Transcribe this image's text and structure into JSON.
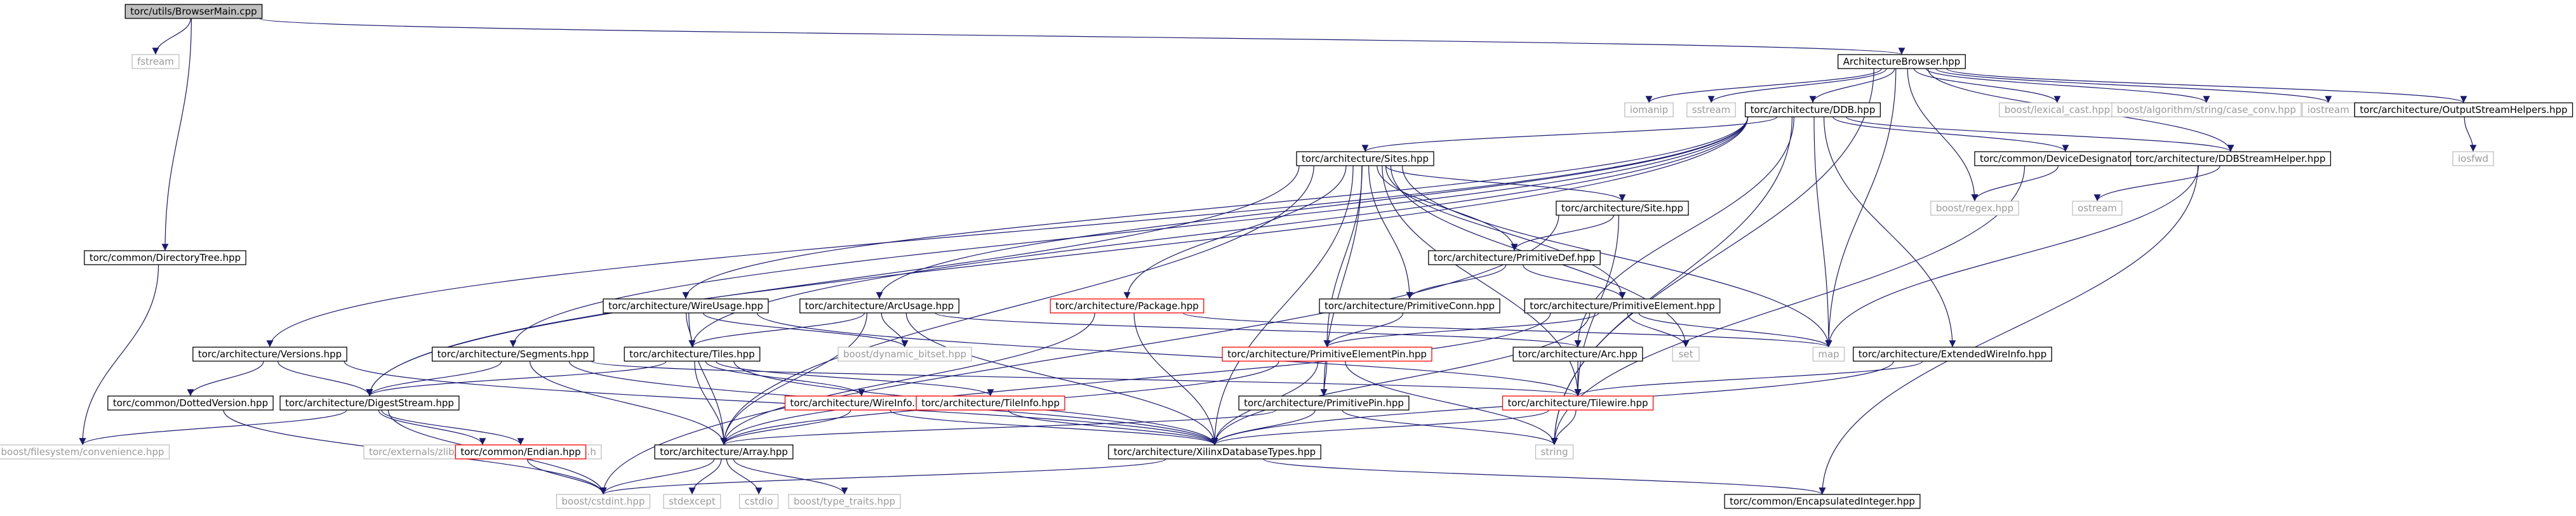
{
  "graph": {
    "title": "",
    "colors": {
      "edge": "#191970",
      "text_normal": "#000000",
      "text_external": "#9a9a9a",
      "text_redlink": "#000000",
      "fill_root": "#bfbfbf",
      "fill_normal": "#ffffff",
      "border_normal": "#000000",
      "border_external": "#bfbfbf",
      "border_redlink": "#ff0000"
    },
    "nodes": [
      {
        "id": "root",
        "label": "torc/utils/BrowserMain.cpp",
        "kind": "root"
      },
      {
        "id": "fstream",
        "label": "fstream",
        "kind": "external"
      },
      {
        "id": "archbrowser",
        "label": "ArchitectureBrowser.hpp",
        "kind": "normal"
      },
      {
        "id": "dirtree",
        "label": "torc/common/DirectoryTree.hpp",
        "kind": "normal"
      },
      {
        "id": "iomanip",
        "label": "iomanip",
        "kind": "external"
      },
      {
        "id": "sstream",
        "label": "sstream",
        "kind": "external"
      },
      {
        "id": "ddb",
        "label": "torc/architecture/DDB.hpp",
        "kind": "normal"
      },
      {
        "id": "lexical",
        "label": "boost/lexical_cast.hpp",
        "kind": "external"
      },
      {
        "id": "caseconv",
        "label": "boost/algorithm/string/case_conv.hpp",
        "kind": "external"
      },
      {
        "id": "iostream",
        "label": "iostream",
        "kind": "external"
      },
      {
        "id": "osh",
        "label": "torc/architecture/OutputStreamHelpers.hpp",
        "kind": "normal"
      },
      {
        "id": "iosfwd",
        "label": "iosfwd",
        "kind": "external"
      },
      {
        "id": "sites",
        "label": "torc/architecture/Sites.hpp",
        "kind": "normal"
      },
      {
        "id": "devdes",
        "label": "torc/common/DeviceDesignator.hpp",
        "kind": "normal"
      },
      {
        "id": "ddbsh",
        "label": "torc/architecture/DDBStreamHelper.hpp",
        "kind": "normal"
      },
      {
        "id": "regex",
        "label": "boost/regex.hpp",
        "kind": "external"
      },
      {
        "id": "ostream",
        "label": "ostream",
        "kind": "external"
      },
      {
        "id": "site",
        "label": "torc/architecture/Site.hpp",
        "kind": "normal"
      },
      {
        "id": "primdef",
        "label": "torc/architecture/PrimitiveDef.hpp",
        "kind": "normal"
      },
      {
        "id": "wireusage",
        "label": "torc/architecture/WireUsage.hpp",
        "kind": "normal"
      },
      {
        "id": "arcusage",
        "label": "torc/architecture/ArcUsage.hpp",
        "kind": "normal"
      },
      {
        "id": "package",
        "label": "torc/architecture/Package.hpp",
        "kind": "redlink"
      },
      {
        "id": "primconn",
        "label": "torc/architecture/PrimitiveConn.hpp",
        "kind": "normal"
      },
      {
        "id": "primelem",
        "label": "torc/architecture/PrimitiveElement.hpp",
        "kind": "normal"
      },
      {
        "id": "versions",
        "label": "torc/architecture/Versions.hpp",
        "kind": "normal"
      },
      {
        "id": "segments",
        "label": "torc/architecture/Segments.hpp",
        "kind": "normal"
      },
      {
        "id": "tiles",
        "label": "torc/architecture/Tiles.hpp",
        "kind": "normal"
      },
      {
        "id": "dynbitset",
        "label": "boost/dynamic_bitset.hpp",
        "kind": "external"
      },
      {
        "id": "primelempin",
        "label": "torc/architecture/PrimitiveElementPin.hpp",
        "kind": "redlink"
      },
      {
        "id": "set",
        "label": "set",
        "kind": "external"
      },
      {
        "id": "map",
        "label": "map",
        "kind": "external"
      },
      {
        "id": "arc",
        "label": "torc/architecture/Arc.hpp",
        "kind": "normal"
      },
      {
        "id": "extwire",
        "label": "torc/architecture/ExtendedWireInfo.hpp",
        "kind": "normal"
      },
      {
        "id": "dotver",
        "label": "torc/common/DottedVersion.hpp",
        "kind": "normal"
      },
      {
        "id": "digest",
        "label": "torc/architecture/DigestStream.hpp",
        "kind": "normal"
      },
      {
        "id": "wireinfo",
        "label": "torc/architecture/WireInfo.hpp",
        "kind": "redlink"
      },
      {
        "id": "tileinfo",
        "label": "torc/architecture/TileInfo.hpp",
        "kind": "redlink"
      },
      {
        "id": "primpin",
        "label": "torc/architecture/PrimitivePin.hpp",
        "kind": "normal"
      },
      {
        "id": "tilewire",
        "label": "torc/architecture/Tilewire.hpp",
        "kind": "redlink"
      },
      {
        "id": "fsconv",
        "label": "boost/filesystem/convenience.hpp",
        "kind": "external"
      },
      {
        "id": "zfstream",
        "label": "torc/externals/zlib/contrib/iostream3/zfstream.h",
        "kind": "external"
      },
      {
        "id": "endian",
        "label": "torc/common/Endian.hpp",
        "kind": "redlink"
      },
      {
        "id": "array",
        "label": "torc/architecture/Array.hpp",
        "kind": "normal"
      },
      {
        "id": "xdt",
        "label": "torc/architecture/XilinxDatabaseTypes.hpp",
        "kind": "normal"
      },
      {
        "id": "string",
        "label": "string",
        "kind": "external"
      },
      {
        "id": "cstdint",
        "label": "boost/cstdint.hpp",
        "kind": "external"
      },
      {
        "id": "stdexcept",
        "label": "stdexcept",
        "kind": "external"
      },
      {
        "id": "cstdio",
        "label": "cstdio",
        "kind": "external"
      },
      {
        "id": "typetraits",
        "label": "boost/type_traits.hpp",
        "kind": "external"
      },
      {
        "id": "encint",
        "label": "torc/common/EncapsulatedInteger.hpp",
        "kind": "normal"
      }
    ],
    "edges": [
      [
        "root",
        "fstream"
      ],
      [
        "root",
        "archbrowser"
      ],
      [
        "root",
        "dirtree"
      ],
      [
        "archbrowser",
        "iomanip"
      ],
      [
        "archbrowser",
        "sstream"
      ],
      [
        "archbrowser",
        "ddb"
      ],
      [
        "archbrowser",
        "lexical"
      ],
      [
        "archbrowser",
        "caseconv"
      ],
      [
        "archbrowser",
        "iostream"
      ],
      [
        "archbrowser",
        "osh"
      ],
      [
        "archbrowser",
        "regex"
      ],
      [
        "archbrowser",
        "map"
      ],
      [
        "archbrowser",
        "ddbsh"
      ],
      [
        "archbrowser",
        "string"
      ],
      [
        "osh",
        "iosfwd"
      ],
      [
        "dirtree",
        "fsconv"
      ],
      [
        "ddb",
        "sites"
      ],
      [
        "ddb",
        "devdes"
      ],
      [
        "ddb",
        "ddbsh"
      ],
      [
        "ddb",
        "versions"
      ],
      [
        "ddb",
        "segments"
      ],
      [
        "ddb",
        "tiles"
      ],
      [
        "ddb",
        "wireusage"
      ],
      [
        "ddb",
        "arcusage"
      ],
      [
        "ddb",
        "arc"
      ],
      [
        "ddb",
        "extwire"
      ],
      [
        "ddb",
        "map"
      ],
      [
        "ddb",
        "string"
      ],
      [
        "ddb",
        "digest"
      ],
      [
        "devdes",
        "regex"
      ],
      [
        "devdes",
        "string"
      ],
      [
        "ddbsh",
        "ostream"
      ],
      [
        "ddbsh",
        "map"
      ],
      [
        "ddbsh",
        "encint"
      ],
      [
        "sites",
        "site"
      ],
      [
        "sites",
        "primdef"
      ],
      [
        "sites",
        "primconn"
      ],
      [
        "sites",
        "primelem"
      ],
      [
        "sites",
        "package"
      ],
      [
        "sites",
        "primelempin"
      ],
      [
        "sites",
        "primpin"
      ],
      [
        "sites",
        "digest"
      ],
      [
        "sites",
        "array"
      ],
      [
        "sites",
        "xdt"
      ],
      [
        "sites",
        "tilewire"
      ],
      [
        "sites",
        "set"
      ],
      [
        "sites",
        "map"
      ],
      [
        "site",
        "primdef"
      ],
      [
        "site",
        "tilewire"
      ],
      [
        "site",
        "cstdint"
      ],
      [
        "primdef",
        "primconn"
      ],
      [
        "primdef",
        "primelem"
      ],
      [
        "primconn",
        "primelempin"
      ],
      [
        "primelem",
        "primelempin"
      ],
      [
        "primelem",
        "map"
      ],
      [
        "primelem",
        "set"
      ],
      [
        "primelem",
        "xdt"
      ],
      [
        "primelem",
        "array"
      ],
      [
        "package",
        "array"
      ],
      [
        "package",
        "xdt"
      ],
      [
        "package",
        "map"
      ],
      [
        "wireusage",
        "tiles"
      ],
      [
        "wireusage",
        "dynbitset"
      ],
      [
        "wireusage",
        "array"
      ],
      [
        "wireusage",
        "tilewire"
      ],
      [
        "arcusage",
        "tiles"
      ],
      [
        "arcusage",
        "dynbitset"
      ],
      [
        "arcusage",
        "arc"
      ],
      [
        "arcusage",
        "array"
      ],
      [
        "arcusage",
        "xdt"
      ],
      [
        "versions",
        "dotver"
      ],
      [
        "versions",
        "digest"
      ],
      [
        "versions",
        "xdt"
      ],
      [
        "segments",
        "digest"
      ],
      [
        "segments",
        "array"
      ],
      [
        "segments",
        "xdt"
      ],
      [
        "segments",
        "tilewire"
      ],
      [
        "tiles",
        "wireinfo"
      ],
      [
        "tiles",
        "tileinfo"
      ],
      [
        "tiles",
        "array"
      ],
      [
        "tiles",
        "xdt"
      ],
      [
        "tiles",
        "digest"
      ],
      [
        "primelempin",
        "primpin"
      ],
      [
        "primelempin",
        "xdt"
      ],
      [
        "primelempin",
        "array"
      ],
      [
        "primelempin",
        "string"
      ],
      [
        "primpin",
        "xdt"
      ],
      [
        "primpin",
        "array"
      ],
      [
        "primpin",
        "string"
      ],
      [
        "arc",
        "tilewire"
      ],
      [
        "extwire",
        "tilewire"
      ],
      [
        "extwire",
        "xdt"
      ],
      [
        "dotver",
        "cstdint"
      ],
      [
        "digest",
        "fsconv"
      ],
      [
        "digest",
        "zfstream"
      ],
      [
        "digest",
        "endian"
      ],
      [
        "digest",
        "cstdint"
      ],
      [
        "endian",
        "cstdint"
      ],
      [
        "wireinfo",
        "array"
      ],
      [
        "wireinfo",
        "xdt"
      ],
      [
        "tileinfo",
        "xdt"
      ],
      [
        "tilewire",
        "xdt"
      ],
      [
        "tilewire",
        "string"
      ],
      [
        "array",
        "stdexcept"
      ],
      [
        "array",
        "cstdio"
      ],
      [
        "array",
        "typetraits"
      ],
      [
        "array",
        "cstdint"
      ],
      [
        "xdt",
        "cstdint"
      ],
      [
        "xdt",
        "encint"
      ]
    ]
  }
}
